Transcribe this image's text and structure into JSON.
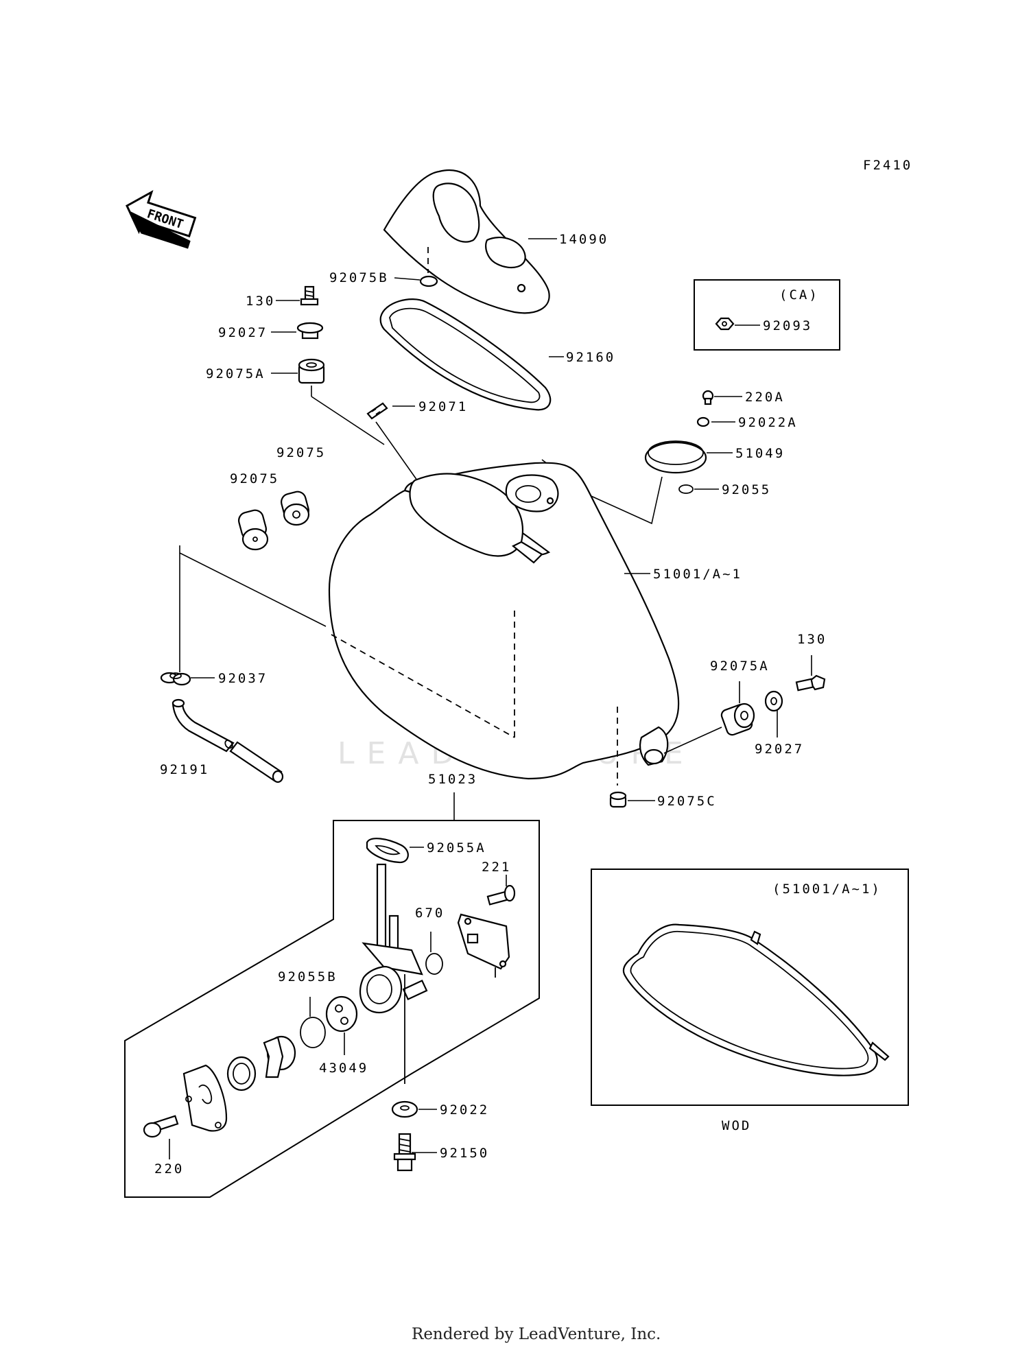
{
  "figure_code": "F2410",
  "front_label": "FRONT",
  "ca_label": "(CA)",
  "inset_label": "(51001/A~1)",
  "inset_caption": "WOD",
  "watermark": "LEADVENTURE",
  "footer": "Rendered by LeadVenture, Inc.",
  "parts": {
    "p14090": "14090",
    "p92075B": "92075B",
    "p130_top": "130",
    "p92027_top": "92027",
    "p92075A_top": "92075A",
    "p92160": "92160",
    "p92071": "92071",
    "p92093": "92093",
    "p220A": "220A",
    "p92022A": "92022A",
    "p51049": "51049",
    "p92055": "92055",
    "p92075_a": "92075",
    "p92075_b": "92075",
    "p51001": "51001/A~1",
    "p92037": "92037",
    "p92191": "92191",
    "p130_right": "130",
    "p92075A_right": "92075A",
    "p92027_right": "92027",
    "p92075C": "92075C",
    "p51023": "51023",
    "p92055A": "92055A",
    "p221": "221",
    "p670": "670",
    "p92055B": "92055B",
    "p43049": "43049",
    "p92022": "92022",
    "p220": "220",
    "p92150": "92150"
  }
}
